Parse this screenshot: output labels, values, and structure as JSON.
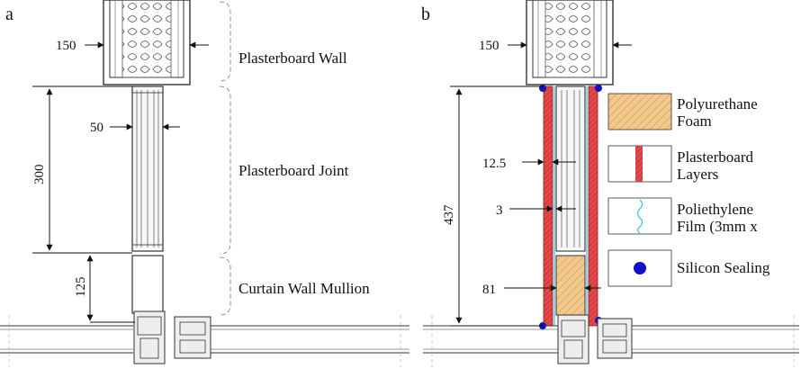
{
  "panel_a": {
    "letter": "a",
    "dims": {
      "wall_width": "150",
      "joint_width": "50",
      "joint_height": "300",
      "mullion_gap": "125"
    },
    "labels": {
      "wall": "Plasterboard Wall",
      "joint": "Plasterboard Joint",
      "mullion": "Curtain Wall Mullion"
    }
  },
  "panel_b": {
    "letter": "b",
    "dims": {
      "wall_width": "150",
      "total_height": "437",
      "layer": "12.5",
      "film": "3",
      "foam_width": "81"
    },
    "legend": [
      {
        "key": "foam",
        "lines": [
          "Polyurethane",
          "Foam"
        ]
      },
      {
        "key": "plasterboard",
        "lines": [
          "Plasterboard",
          "Layers"
        ]
      },
      {
        "key": "film",
        "lines": [
          "Poliethylene",
          "Film (3mm x"
        ]
      },
      {
        "key": "sealing",
        "lines": [
          "Silicon Sealing"
        ]
      }
    ]
  },
  "colors": {
    "line": "#333333",
    "plasterboard": "#e04a4a",
    "foam": "#f2c98f",
    "film": "#49c4e8",
    "sealing": "#1010c8"
  }
}
